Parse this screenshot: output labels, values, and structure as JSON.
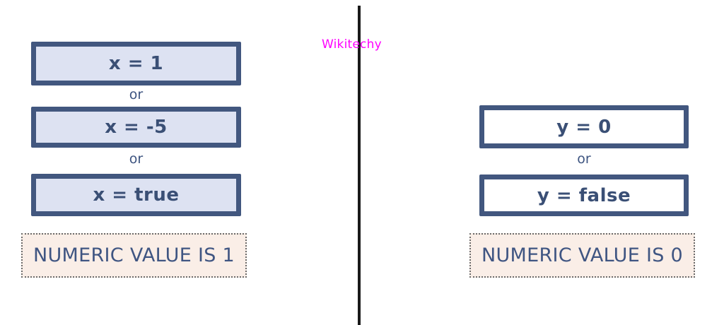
{
  "page": {
    "title": "Numeric value of boolean / variable assignment illustration",
    "background_color": "#ffffff"
  },
  "watermark": {
    "text": "Wikitechy",
    "color": "#ff00ff"
  },
  "divider": {
    "name": "vertical-divider",
    "color": "#1a1a1a"
  },
  "colors": {
    "border_navy": "#42577f",
    "box_fill_blue": "#dde2f2",
    "box_fill_white": "#ffffff",
    "result_fill_peach": "#faeee7",
    "result_border": "#6b6b6b",
    "text_navy": "#3a4f75",
    "or_text": "#3d5480"
  },
  "left_panel": {
    "name": "truthy-panel",
    "boxes": [
      {
        "label": "x = 1",
        "fill": "#dde2f2"
      },
      {
        "label": "x = -5",
        "fill": "#dde2f2"
      },
      {
        "label": "x = true",
        "fill": "#dde2f2"
      }
    ],
    "connectors": [
      "or",
      "or"
    ],
    "result": "NUMERIC VALUE IS 1"
  },
  "right_panel": {
    "name": "falsy-panel",
    "boxes": [
      {
        "label": "y = 0",
        "fill": "#ffffff"
      },
      {
        "label": "y = false",
        "fill": "#ffffff"
      }
    ],
    "connectors": [
      "or"
    ],
    "result": "NUMERIC VALUE IS 0"
  }
}
